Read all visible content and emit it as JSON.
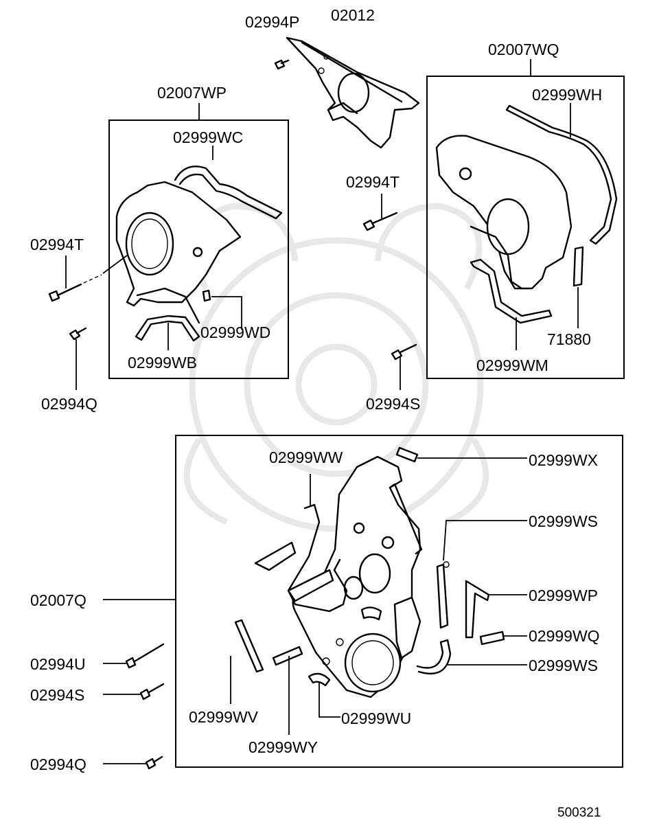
{
  "diagram_id": "500321",
  "groups": {
    "upper_rear_cover": {
      "kit_label": "02007WP",
      "seal_top": "02999WC",
      "seal_small": "02999WD",
      "seal_bottom": "02999WB"
    },
    "upper_front_cover": {
      "kit_label": "02007WQ",
      "seal_top": "02999WH",
      "seal_bottom": "02999WM",
      "seal_strip": "71880"
    },
    "lower_cover": {
      "kit_label": "02007Q",
      "seal_ww": "02999WW",
      "seal_wx": "02999WX",
      "seal_ws_upper": "02999WS",
      "seal_wp": "02999WP",
      "seal_wq": "02999WQ",
      "seal_ws_lower": "02999WS",
      "seal_wv": "02999WV",
      "seal_wu": "02999WU",
      "seal_wy": "02999WY"
    }
  },
  "parts": {
    "bracket": "02012",
    "bolt_p": "02994P",
    "bolt_t_center": "02994T",
    "bolt_t_left": "02994T",
    "bolt_q_upper": "02994Q",
    "bolt_s_center": "02994S",
    "bolt_u": "02994U",
    "bolt_s_lower": "02994S",
    "bolt_q_lower": "02994Q"
  }
}
